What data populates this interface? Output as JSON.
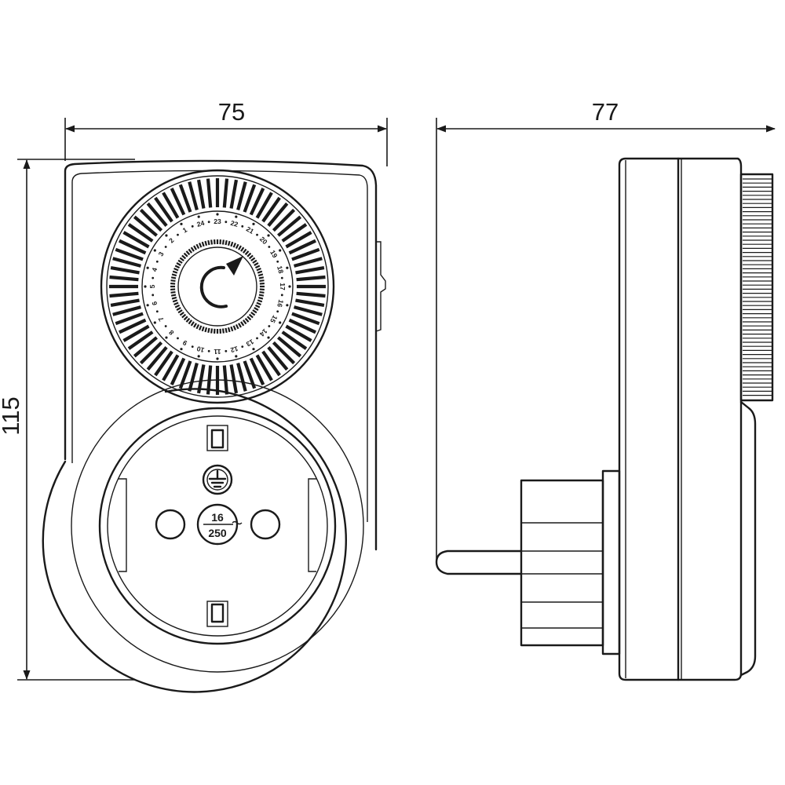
{
  "dimensions": {
    "width_front": "75",
    "depth_side": "77",
    "height": "115"
  },
  "dial": {
    "hours": [
      "1",
      "2",
      "3",
      "4",
      "5",
      "6",
      "7",
      "8",
      "9",
      "10",
      "11",
      "12",
      "13",
      "14",
      "15",
      "16",
      "17",
      "18",
      "19",
      "20",
      "21",
      "22",
      "23",
      "24"
    ]
  },
  "socket": {
    "rating_amps": "16",
    "rating_volts": "250"
  },
  "icons": {
    "earth_symbol": "earth-ground-icon",
    "rotation_arrow": "rotation-direction-icon"
  }
}
